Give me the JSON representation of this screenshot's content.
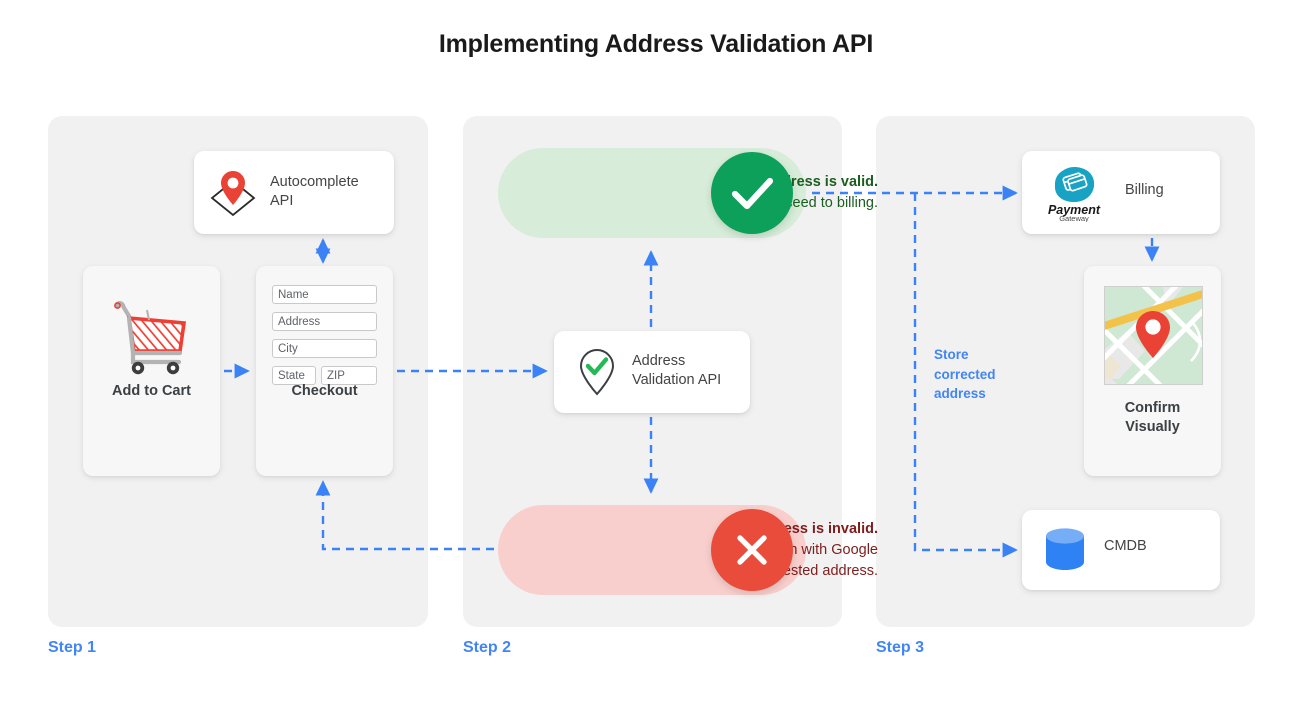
{
  "page": {
    "title": "Implementing Address Validation API",
    "accent_blue": "#4285F4",
    "green": "#0DA05A",
    "green_pill_bg": "#D7ECD9",
    "red": "#EA4C3B",
    "red_pill_bg": "#F8CFCD",
    "panel_bg": "#F1F1F1",
    "card_bg": "#FFFFFF"
  },
  "steps": [
    {
      "label": "Step 1"
    },
    {
      "label": "Step 2"
    },
    {
      "label": "Step 3"
    }
  ],
  "step1": {
    "autocomplete": {
      "label_line1": "Autocomplete",
      "label_line2": "API",
      "icon": "map-pin-diamond-icon"
    },
    "cart": {
      "label": "Add to Cart",
      "icon": "shopping-cart-icon"
    },
    "checkout": {
      "label": "Checkout",
      "fields": [
        {
          "name": "name",
          "placeholder": "Name"
        },
        {
          "name": "address",
          "placeholder": "Address"
        },
        {
          "name": "city",
          "placeholder": "City"
        },
        {
          "name": "state",
          "placeholder": "State"
        },
        {
          "name": "zip",
          "placeholder": "ZIP"
        }
      ]
    }
  },
  "step2": {
    "valid": {
      "line1": "Address is valid.",
      "line2": "Proceed to billing.",
      "icon": "check-circle-icon"
    },
    "validation_api": {
      "label_line1": "Address",
      "label_line2": "Validation API",
      "icon": "pin-check-icon"
    },
    "invalid": {
      "line1": "Address is invalid.",
      "line2": "Return with Google",
      "line3": "suggested address.",
      "icon": "x-circle-icon"
    }
  },
  "step3": {
    "billing": {
      "label": "Billing",
      "logo_name": "Payment",
      "logo_sub": "Gateway",
      "icon": "payment-gateway-icon"
    },
    "confirm": {
      "label_line1": "Confirm",
      "label_line2": "Visually",
      "icon": "map-thumbnail-icon"
    },
    "cmdb": {
      "label": "CMDB",
      "icon": "database-icon"
    },
    "store_note": {
      "line1": "Store",
      "line2": "corrected",
      "line3": "address"
    }
  }
}
